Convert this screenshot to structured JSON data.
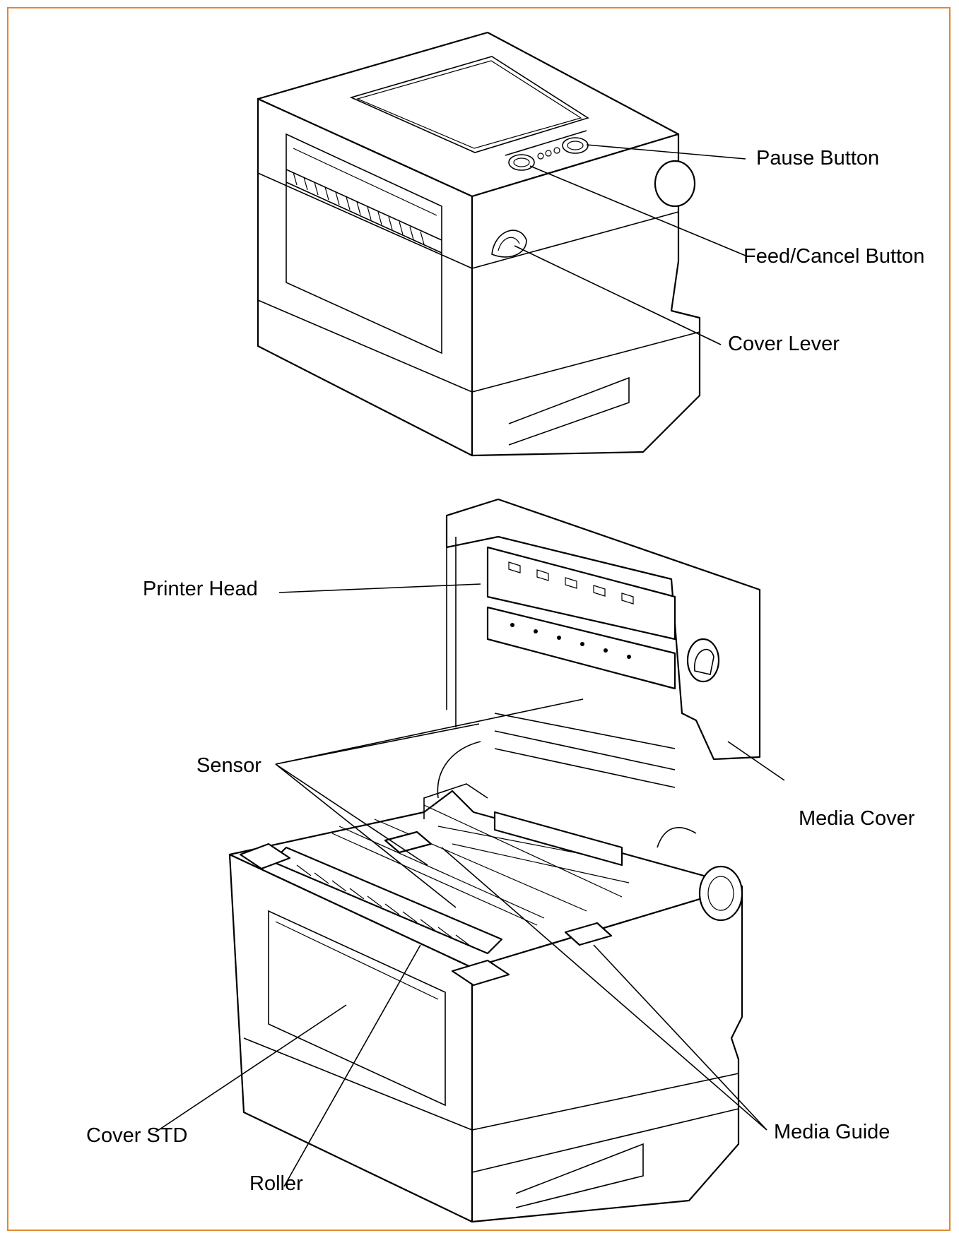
{
  "frame_color": "#e08a2e",
  "labels": {
    "pause_button": "Pause Button",
    "feed_cancel_button": "Feed/Cancel Button",
    "cover_lever": "Cover Lever",
    "printer_head": "Printer Head",
    "sensor": "Sensor",
    "media_cover": "Media Cover",
    "cover_std": "Cover STD",
    "roller": "Roller",
    "media_guide": "Media Guide"
  }
}
